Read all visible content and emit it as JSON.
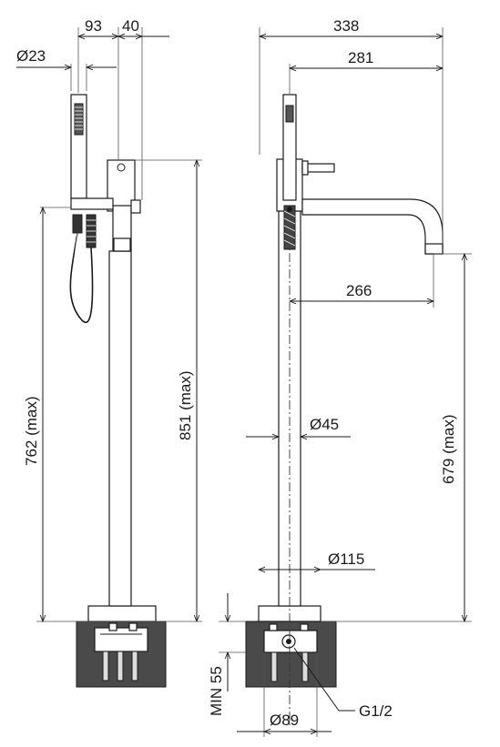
{
  "dimensions": {
    "width_93": "93",
    "width_40": "40",
    "diameter_23": "Ø23",
    "height_762": "762 (max)",
    "height_851": "851 (max)",
    "width_338": "338",
    "width_281": "281",
    "width_266": "266",
    "diameter_45": "Ø45",
    "height_679": "679 (max)",
    "diameter_115": "Ø115",
    "min_55": "MIN 55",
    "diameter_89": "Ø89",
    "thread_g12": "G1/2"
  },
  "colors": {
    "line": "#1a1a1a",
    "concrete": "#4a4a4a",
    "background": "#ffffff"
  }
}
